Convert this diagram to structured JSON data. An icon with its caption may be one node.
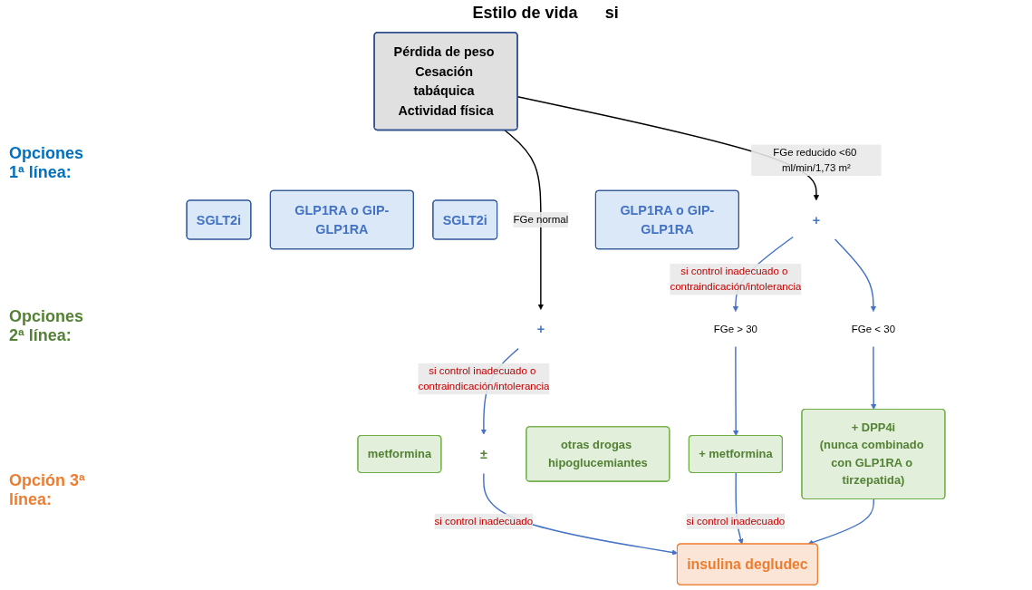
{
  "diagram": {
    "nodes": [
      {
        "text": [
          "Pérdida de peso Cesación tabáquica Actividad física"
        ]
      },
      {
        "text": [
          "SGLT2i"
        ]
      },
      {
        "text": [
          "+"
        ]
      },
      {
        "text": [
          "GLP1RA o GIP-GLP1RA"
        ]
      },
      {
        "text": [
          "SGLT2i"
        ]
      },
      {
        "text": [
          "+"
        ]
      },
      {
        "text": [
          "GLP1RA o GIP-GLP1RA"
        ]
      },
      {
        "text": [
          "FGe > 30"
        ]
      },
      {
        "text": [
          "FGe < 30"
        ]
      },
      {
        "text": [
          "metformina"
        ]
      },
      {
        "text": [
          "±"
        ]
      },
      {
        "text": [
          "otras drogas hipoglucemiantes"
        ]
      },
      {
        "text": [
          "+ metformina"
        ]
      },
      {
        "text": [
          "+ DPP4i",
          "(nunca combinado con GLP1RA o tirzepatida)"
        ]
      },
      {
        "text": [
          "insulina degludec"
        ]
      }
    ],
    "edges": [
      {
        "from": 0,
        "to": 2,
        "arrow": "to",
        "label": "FGe normal",
        "color": "#000000"
      },
      {
        "from": 0,
        "to": 5,
        "arrow": "to",
        "label": "FGe reducido <60 ml/min/1,73 m²",
        "color": "#000000"
      },
      {
        "from": 2,
        "to": 10,
        "arrow": "to",
        "label": "si control inadecuado o contraindicación/intolerancia"
      },
      {
        "from": 10,
        "to": 14,
        "arrow": "to",
        "label": "si control inadecuado"
      },
      {
        "from": 5,
        "to": 7,
        "arrow": "to",
        "label": "si control inadecuado o contraindicación/intolerancia"
      },
      {
        "from": 5,
        "to": 8,
        "arrow": "to"
      },
      {
        "from": 7,
        "to": 12,
        "arrow": "to"
      },
      {
        "from": 8,
        "to": 13,
        "arrow": "to"
      },
      {
        "from": 12,
        "to": 14,
        "arrow": "to",
        "label": "si control inadecuado"
      },
      {
        "from": 13,
        "to": 14,
        "arrow": "to"
      }
    ],
    "labels": [
      "Estilo de vida",
      "si",
      "Opciones 1ª línea:",
      "Opciones 2ª línea:",
      "Opción 3ª línea:"
    ]
  }
}
